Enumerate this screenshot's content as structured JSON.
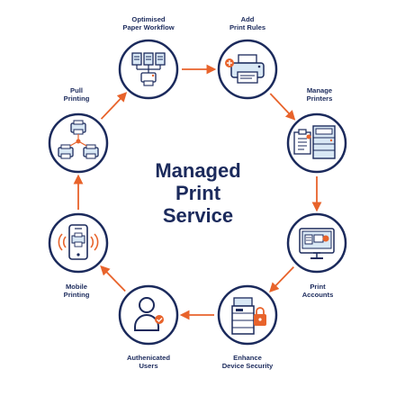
{
  "title": {
    "line1": "Managed",
    "line2": "Print",
    "line3": "Service"
  },
  "nodes": [
    {
      "icon": "paper-workflow-icon",
      "line1": "Optimised",
      "line2": "Paper Workflow"
    },
    {
      "icon": "add-print-rules-icon",
      "line1": "Add",
      "line2": "Print Rules"
    },
    {
      "icon": "manage-printers-icon",
      "line1": "Manage",
      "line2": "Printers"
    },
    {
      "icon": "print-accounts-icon",
      "line1": "Print",
      "line2": "Accounts"
    },
    {
      "icon": "device-security-icon",
      "line1": "Enhance",
      "line2": "Device Security"
    },
    {
      "icon": "authenticated-user-icon",
      "line1": "Authenicated",
      "line2": "Users"
    },
    {
      "icon": "mobile-printing-icon",
      "line1": "Mobile",
      "line2": "Printing"
    },
    {
      "icon": "pull-printing-icon",
      "line1": "Pull",
      "line2": "Printing"
    }
  ],
  "colors": {
    "navy": "#1b2a5c",
    "orange": "#e8632b",
    "light_blue": "#d9e8f5",
    "white": "#ffffff"
  }
}
